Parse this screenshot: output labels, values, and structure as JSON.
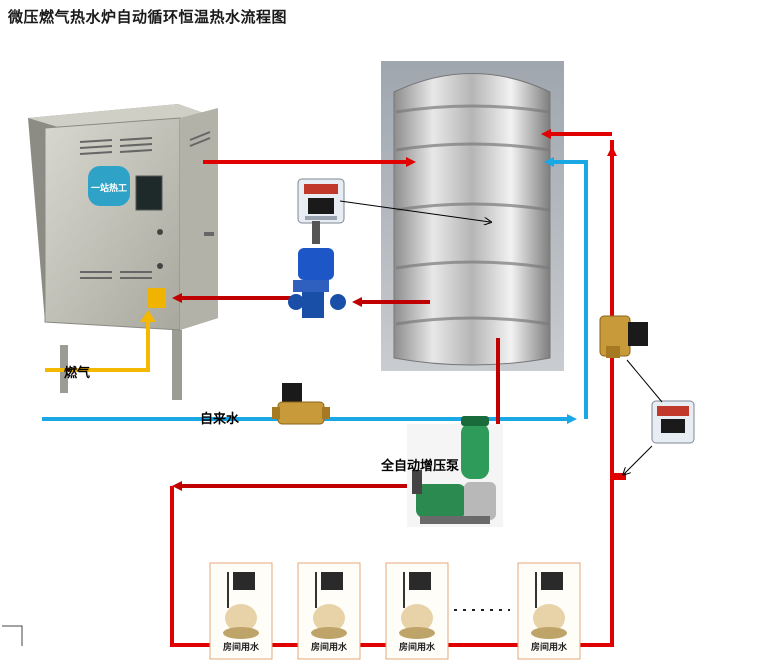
{
  "title": "微压燃气热水炉自动循环恒温热水流程图",
  "boiler_brand": "一站热工",
  "labels": {
    "gas": "燃气",
    "tap_water": "自来水",
    "booster_pump": "全自动增压泵"
  },
  "rooms": [
    {
      "label": "房间用水"
    },
    {
      "label": "房间用水"
    },
    {
      "label": "房间用水"
    },
    {
      "label": "房间用水"
    }
  ],
  "colors": {
    "hot_pipe": "#e00000",
    "cold_pipe": "#1aa7e6",
    "gas_pipe": "#f5b800",
    "return_pipe": "#c00000"
  }
}
